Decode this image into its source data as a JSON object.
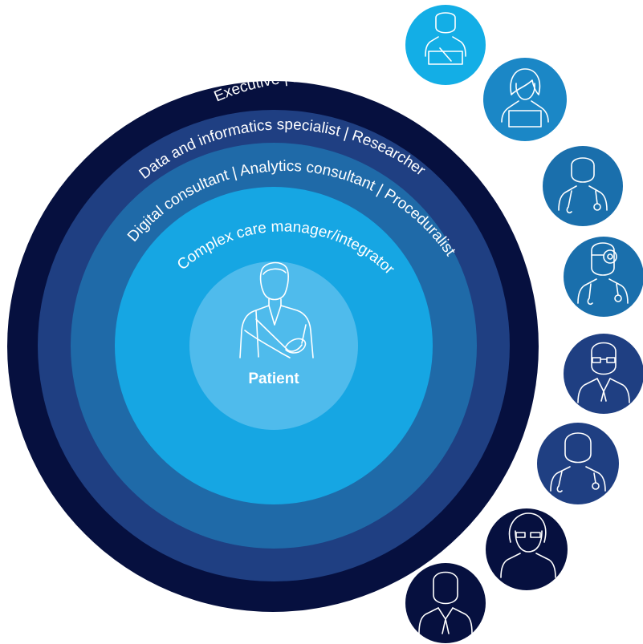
{
  "colors": {
    "ring_outer": "#06103f",
    "ring_2": "#1f3f82",
    "ring_3": "#1f6aa8",
    "ring_4": "#16a6e3",
    "center": "#4fbbec",
    "icon_line": "#ffffff"
  },
  "rings": {
    "outer_label": "Executive | Educator",
    "ring2_label": "Data and informatics specialist | Researcher",
    "ring3_label": "Digital consultant | Analytics consultant | Proceduralist",
    "ring4_label": "Complex care manager/integrator"
  },
  "center": {
    "label": "Patient",
    "icon": "patient-arm-sling-icon"
  },
  "roles": [
    {
      "icon": "person-at-desk-icon",
      "color": "#13aee6"
    },
    {
      "icon": "woman-with-laptop-icon",
      "color": "#1b87c6"
    },
    {
      "icon": "clinician-stethoscope-icon",
      "color": "#1a6fac"
    },
    {
      "icon": "doctor-head-mirror-icon",
      "color": "#1a6fac"
    },
    {
      "icon": "man-with-glasses-suit-icon",
      "color": "#1f3f82"
    },
    {
      "icon": "clinician-scrubs-stethoscope-icon",
      "color": "#1f3f82"
    },
    {
      "icon": "woman-with-glasses-icon",
      "color": "#06103f"
    },
    {
      "icon": "man-in-suit-tie-icon",
      "color": "#06103f"
    }
  ]
}
